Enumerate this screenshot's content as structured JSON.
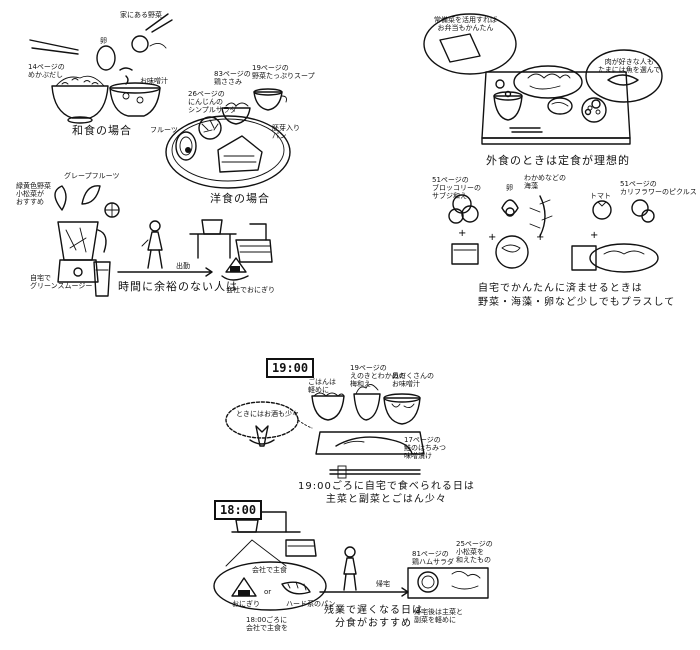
{
  "sections": {
    "wafu": {
      "caption": "和食の場合",
      "labels": {
        "vegetables": "家にある野菜",
        "egg": "卵",
        "dashi": "14ページの\nめかぶだし",
        "miso": "お味噌汁"
      }
    },
    "yofu": {
      "caption": "洋食の場合",
      "labels": {
        "salad": "26ページの\nにんじんの\nシンプルサラダ",
        "tuna": "83ページの\n鶏ささみ",
        "soup": "19ページの\n野菜たっぷりスープ",
        "fruit": "フルーツ",
        "bread": "胚芽入り\nパン"
      }
    },
    "morning": {
      "caption": "時間に余裕のない人は",
      "labels": {
        "smoothie_note": "緑黄色野菜\n小松菜が\nおすすめ",
        "grapefruit": "グレープフルーツ",
        "home": "自宅で\nグリーンスムージー",
        "commute": "出勤",
        "office": "会社でおにぎり"
      }
    },
    "eating_out": {
      "caption": "外食のときは定食が理想的",
      "labels": {
        "bubble1": "常備菜を活用すれば\nお弁当もかんたん",
        "bubble2": "肉が好きな人も\nたまには魚を選んで"
      }
    },
    "simple_home": {
      "caption": "自宅でかんたんに済ませるときは\n野菜・海藻・卵など少しでもプラスして",
      "labels": {
        "broccoli": "51ページの\nブロッコリーの\nサブジ和え",
        "egg": "卵",
        "seaweed": "わかめなどの\n海藻",
        "tomato": "トマト",
        "cauliflower": "51ページの\nカリフラワーのピクルス"
      }
    },
    "at_1900": {
      "time": "19:00",
      "caption": "19:00ごろに自宅で食べられる日は\n主菜と副菜とごはん少々",
      "labels": {
        "rice": "ごはんは\n軽めに",
        "sake": "ときにはお酒も少々",
        "enoki": "19ページの\nえのきとわかめの\n梅和え",
        "miso": "具だくさんの\nお味噌汁",
        "fish": "17ページの\n鮭のはちみつ\n味噌漬け"
      }
    },
    "at_1800": {
      "time": "18:00",
      "caption": "残業で遅くなる日は\n分食がおすすめ",
      "labels": {
        "office_meal": "会社で主食",
        "onigiri": "おにぎり",
        "or": "or",
        "bread": "ハード系のパン",
        "eat_at": "18:00ごろに\n会社で主食を",
        "go_home": "帰宅",
        "bento": "81ページの\n鶏ハムサラダ",
        "bento2": "25ページの\n小松菜を\n和えたもの",
        "late": "帰宅後は主菜と\n副菜を軽めに"
      }
    }
  }
}
